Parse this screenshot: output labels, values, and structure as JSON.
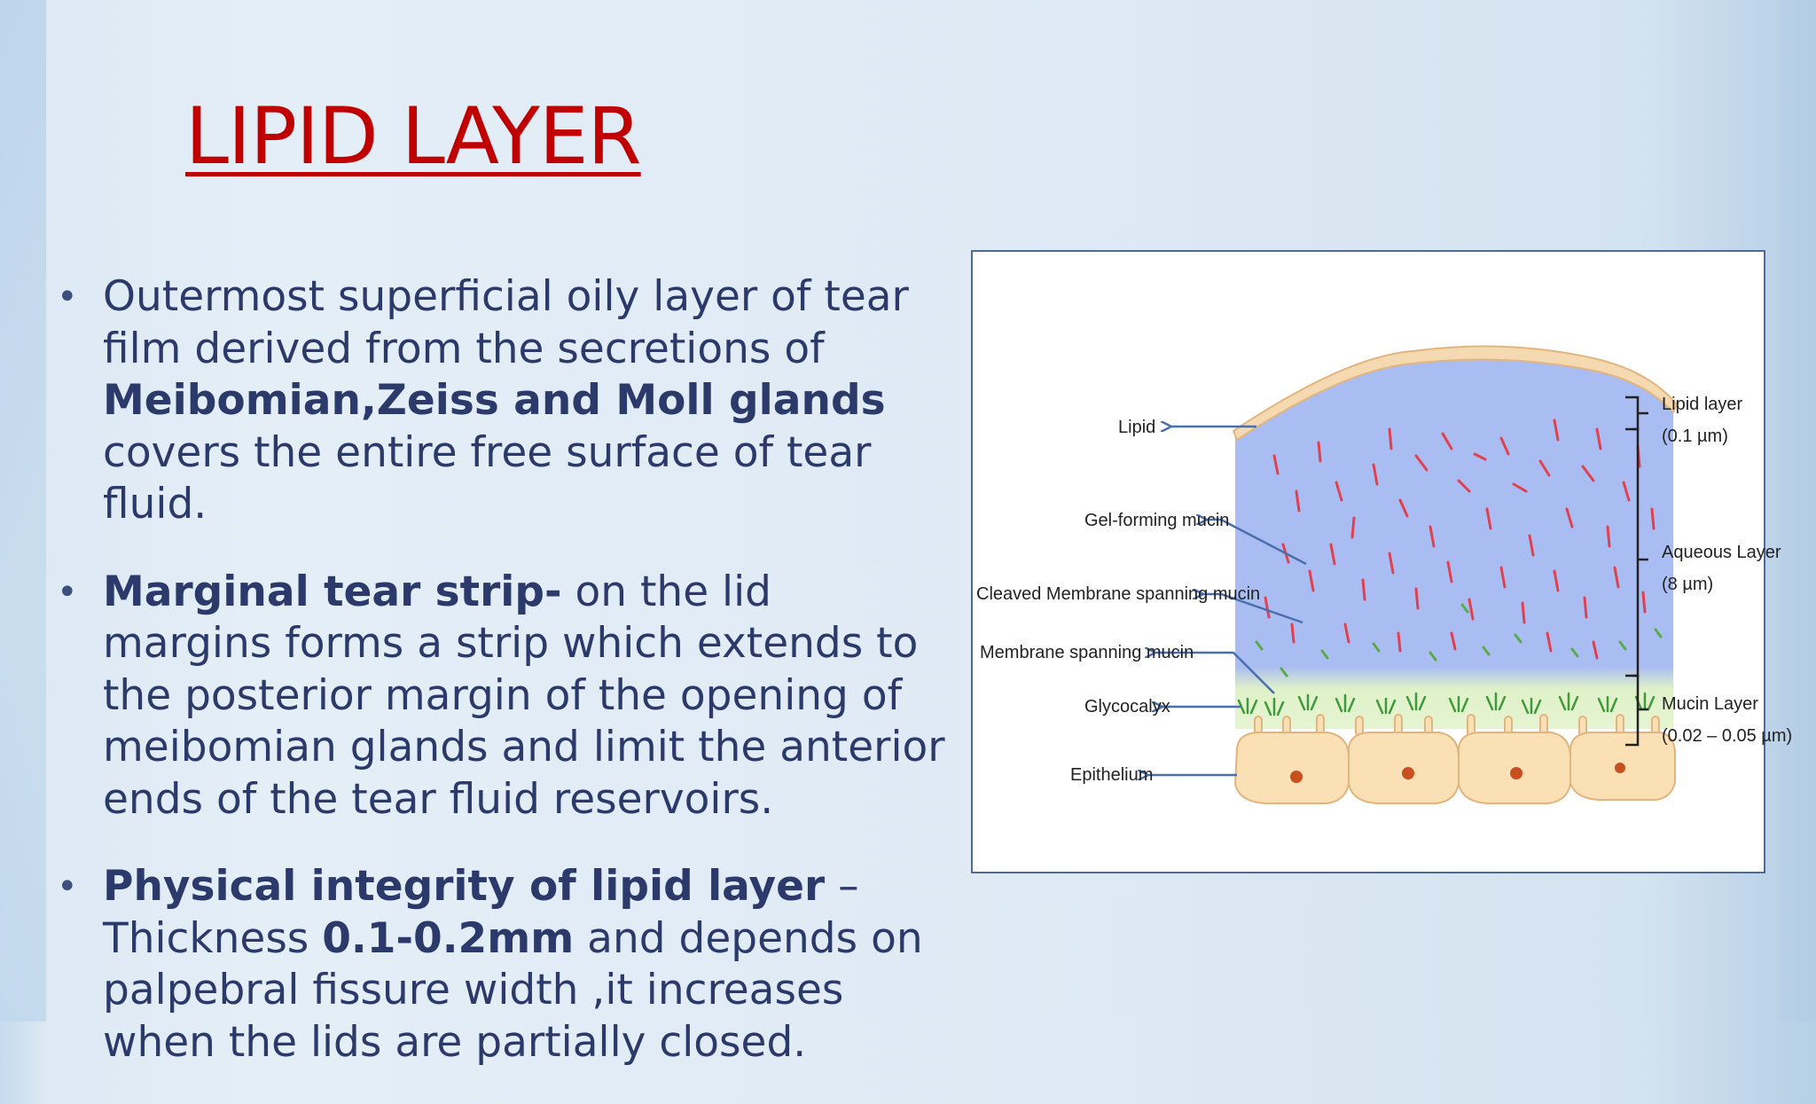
{
  "slide": {
    "title": "LIPID LAYER",
    "bullets": [
      {
        "parts": [
          {
            "text": "Outermost superficial oily layer of tear film  derived from the secretions of ",
            "bold": false
          },
          {
            "text": "Meibomian,Zeiss and Moll glands",
            "bold": true
          },
          {
            "text": " covers the entire free surface of tear fluid.",
            "bold": false
          }
        ]
      },
      {
        "parts": [
          {
            "text": "Marginal tear strip-",
            "bold": true
          },
          {
            "text": " on the lid margins forms a strip which extends to the posterior margin of the opening of meibomian glands and limit the anterior ends of the tear fluid reservoirs.",
            "bold": false
          }
        ]
      },
      {
        "parts": [
          {
            "text": "Physical integrity of lipid layer",
            "bold": true
          },
          {
            "text": " – Thickness  ",
            "bold": false
          },
          {
            "text": "0.1-0.2mm",
            "bold": true
          },
          {
            "text": " and depends on palpebral fissure width ,it increases when the lids are partially closed.",
            "bold": false
          }
        ]
      }
    ]
  },
  "figure": {
    "left_labels": {
      "lipid": "Lipid",
      "gel_mucin": "Gel-forming mucin",
      "cleaved_mucin": "Cleaved Membrane spanning mucin",
      "membrane_mucin": "Membrane spanning mucin",
      "glycocalyx": "Glycocalyx",
      "epithelium": "Epithelium"
    },
    "right_labels": {
      "lipid_layer": "Lipid layer",
      "lipid_thickness": "(0.1 µm)",
      "aqueous_layer": "Aqueous Layer",
      "aqueous_thickness": "(8 µm)",
      "mucin_layer": "Mucin Layer",
      "mucin_thickness": "(0.02 – 0.05 µm)"
    },
    "colors": {
      "lipid": "#f5d9b0",
      "aqueous": "#aabdf2",
      "mucin": "#dcefc6",
      "epithelium": "#fbe0b6",
      "arrow": "#4a6fae",
      "red_mucin": "#e0404f",
      "green_mucin": "#5aaa4a",
      "nucleus": "#c8501e"
    }
  }
}
